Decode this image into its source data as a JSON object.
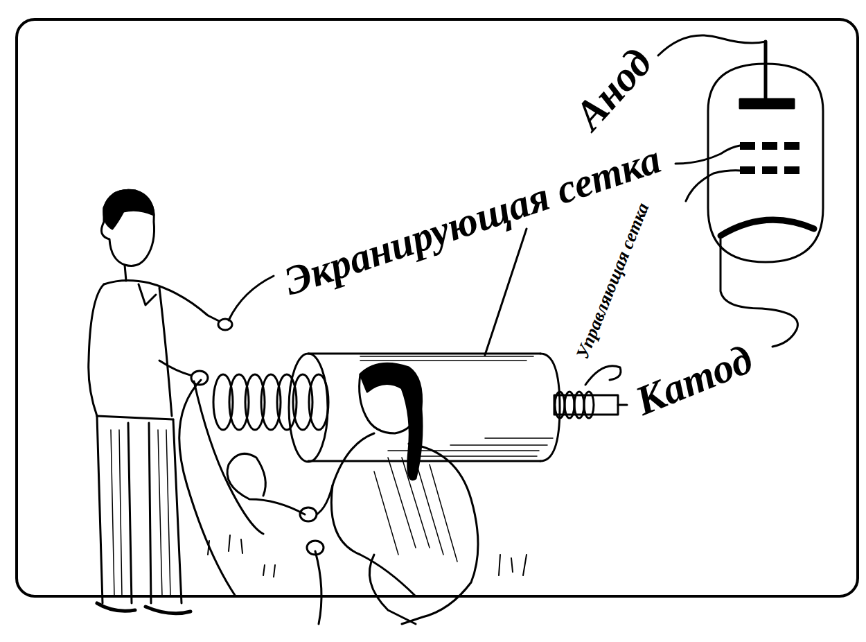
{
  "diagram": {
    "labels": [
      "Экранирующая сетка",
      "Анод",
      "Управляющая сетка",
      "Катод"
    ]
  }
}
